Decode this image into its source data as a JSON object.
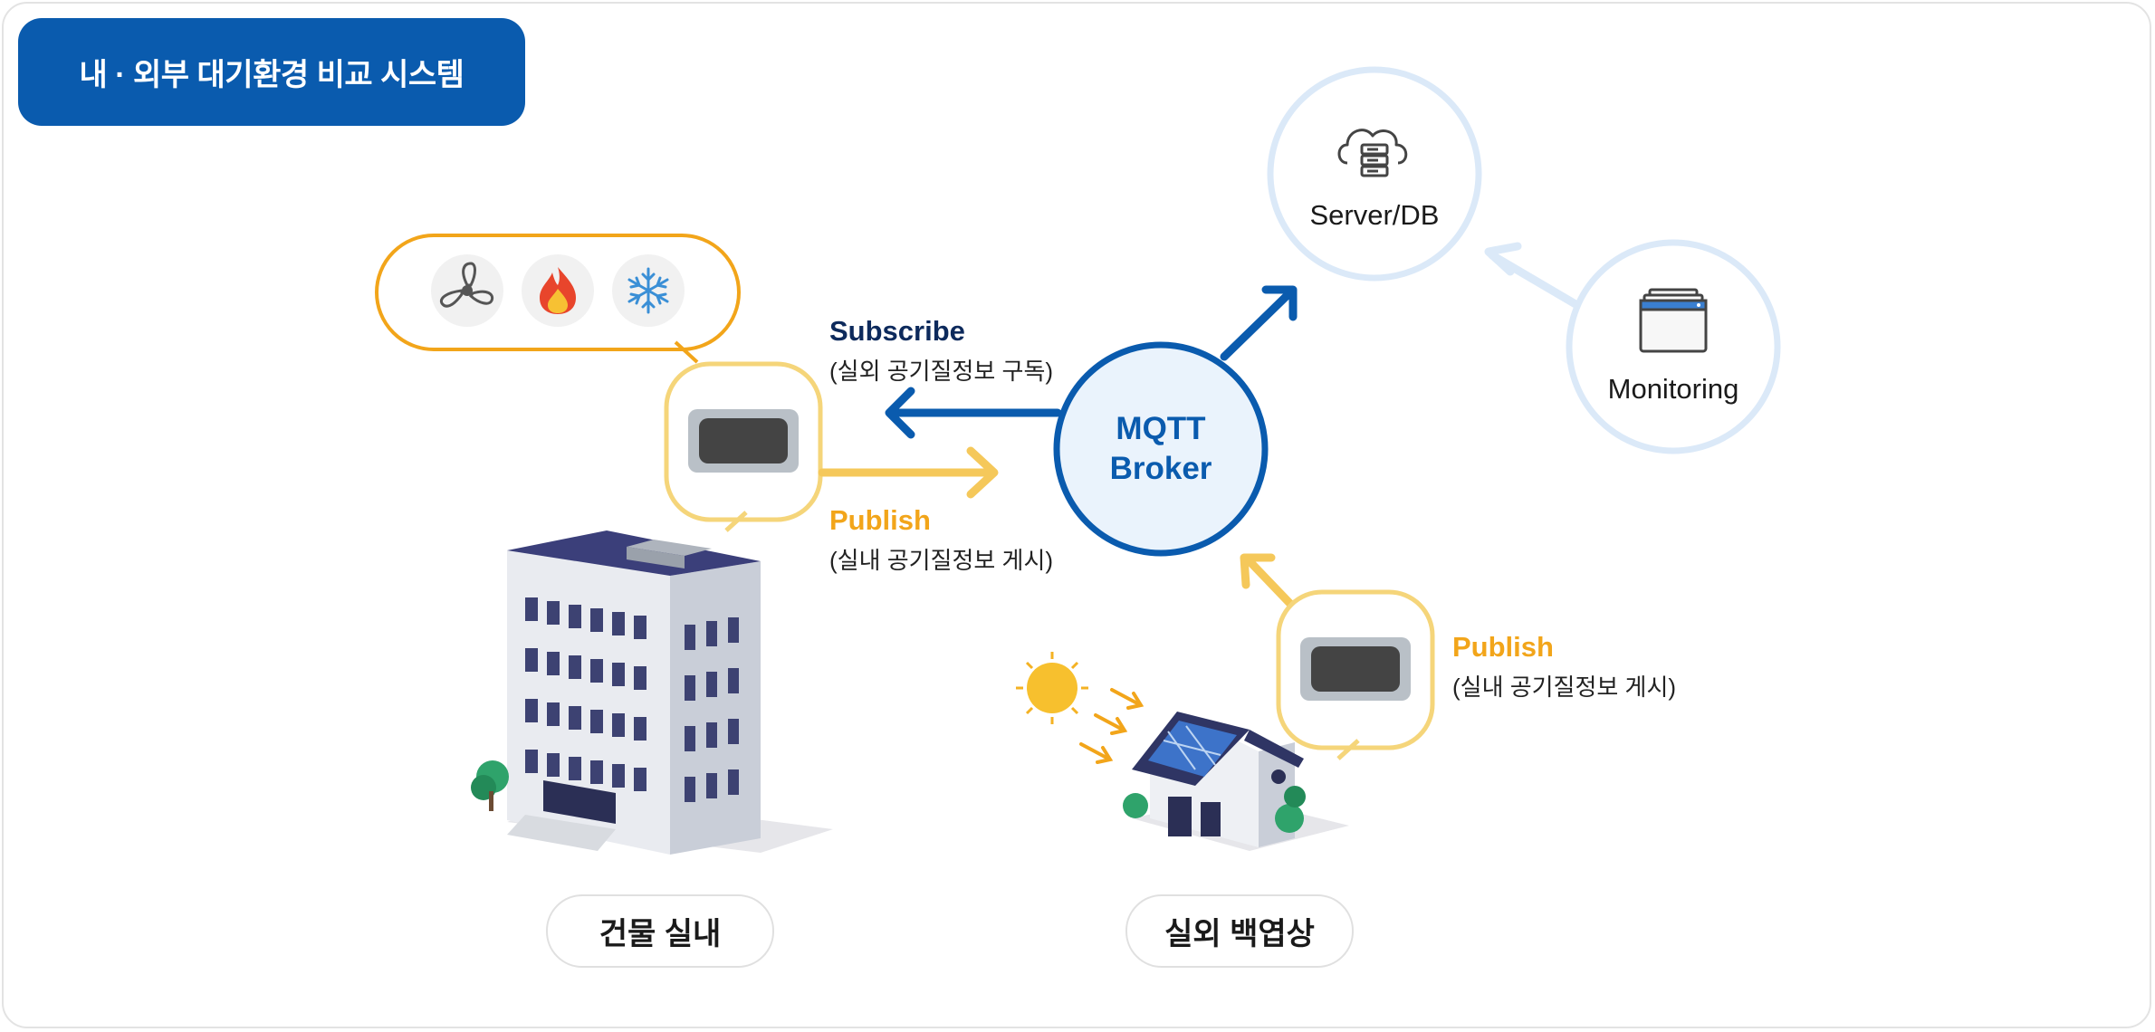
{
  "title": "내 · 외부 대기환경 비교 시스템",
  "nodes": {
    "server": "Server/DB",
    "monitoring": "Monitoring",
    "broker_line1": "MQTT",
    "broker_line2": "Broker"
  },
  "flows": {
    "subscribe_title": "Subscribe",
    "subscribe_desc": "(실외 공기질정보 구독)",
    "publish_indoor_title": "Publish",
    "publish_indoor_desc": "(실내 공기질정보 게시)",
    "publish_outdoor_title": "Publish",
    "publish_outdoor_desc": "(실내 공기질정보 게시)"
  },
  "locations": {
    "indoor": "건물 실내",
    "outdoor": "실외 백엽상"
  },
  "icons": [
    "fan-icon",
    "fire-icon",
    "snowflake-icon",
    "cloud-server-icon",
    "monitor-window-icon",
    "sun-icon"
  ],
  "colors": {
    "primary": "#0a5bae",
    "yellow": "#f2c94c",
    "orange": "#f2a51a",
    "light_blue": "#d9e9f8"
  }
}
